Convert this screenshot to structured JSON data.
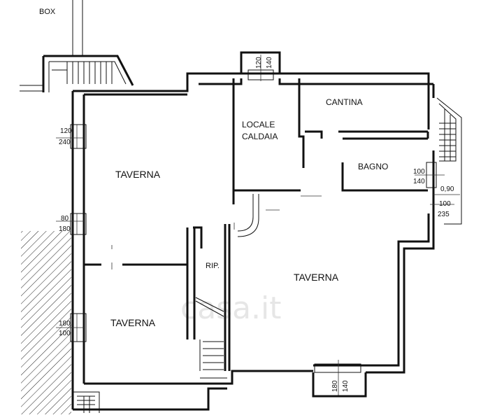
{
  "labels": {
    "box": "BOX",
    "taverna_top_left": "TAVERNA",
    "taverna_bottom_left": "TAVERNA",
    "taverna_right": "TAVERNA",
    "locale_line1": "LOCALE",
    "locale_line2": "CALDAIA",
    "cantina": "CANTINA",
    "bagno": "BAGNO",
    "rip": "RIP.",
    "watermark": "casa.it"
  },
  "dimensions": {
    "win_top_a": "120",
    "win_top_b": "140",
    "win_left1_a": "120",
    "win_left1_b": "240",
    "win_left2_a": "80",
    "win_left2_b": "180",
    "win_left3_a": "180",
    "win_left3_b": "100",
    "win_bagno_a": "100",
    "win_bagno_b": "140",
    "win_right_a": "100",
    "win_right_b": "235",
    "step": "0,90",
    "win_bottom_a": "180",
    "win_bottom_b": "140"
  }
}
